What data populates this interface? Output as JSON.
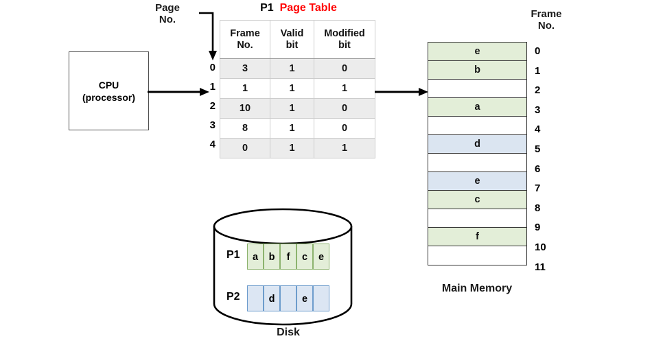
{
  "cpu": {
    "line1": "CPU",
    "line2": "(processor)"
  },
  "labels": {
    "page_no": "Page\nNo.",
    "frame_no": "Frame\nNo.",
    "main_memory": "Main Memory",
    "disk": "Disk"
  },
  "page_table": {
    "title_process": "P1",
    "title_text": "Page Table",
    "title_color": "#ff0000",
    "columns": [
      "Frame\nNo.",
      "Valid\nbit",
      "Modified\nbit"
    ],
    "page_numbers": [
      "0",
      "1",
      "2",
      "3",
      "4"
    ],
    "rows": [
      {
        "page": "0",
        "frame_no": "3",
        "valid_bit": "1",
        "modified_bit": "0",
        "shaded": true
      },
      {
        "page": "1",
        "frame_no": "1",
        "valid_bit": "1",
        "modified_bit": "1",
        "shaded": false
      },
      {
        "page": "2",
        "frame_no": "10",
        "valid_bit": "1",
        "modified_bit": "0",
        "shaded": true
      },
      {
        "page": "3",
        "frame_no": "8",
        "valid_bit": "1",
        "modified_bit": "0",
        "shaded": false
      },
      {
        "page": "4",
        "frame_no": "0",
        "valid_bit": "1",
        "modified_bit": "1",
        "shaded": true
      }
    ]
  },
  "memory": {
    "caption": "Main Memory",
    "frame_numbers": [
      "0",
      "1",
      "2",
      "3",
      "4",
      "5",
      "6",
      "7",
      "8",
      "9",
      "10",
      "11"
    ],
    "frames": [
      {
        "no": "0",
        "value": "e",
        "fill": "green"
      },
      {
        "no": "1",
        "value": "b",
        "fill": "green"
      },
      {
        "no": "2",
        "value": "",
        "fill": "empty"
      },
      {
        "no": "3",
        "value": "a",
        "fill": "green"
      },
      {
        "no": "4",
        "value": "",
        "fill": "empty"
      },
      {
        "no": "5",
        "value": "d",
        "fill": "blue"
      },
      {
        "no": "6",
        "value": "",
        "fill": "empty"
      },
      {
        "no": "7",
        "value": "e",
        "fill": "blue"
      },
      {
        "no": "8",
        "value": "c",
        "fill": "green"
      },
      {
        "no": "9",
        "value": "",
        "fill": "empty"
      },
      {
        "no": "10",
        "value": "f",
        "fill": "green"
      },
      {
        "no": "11",
        "value": "",
        "fill": "empty"
      }
    ]
  },
  "disk": {
    "caption": "Disk",
    "processes": [
      {
        "name": "P1",
        "cells": [
          "a",
          "b",
          "f",
          "c",
          "e"
        ],
        "fill": "green"
      },
      {
        "name": "P2",
        "cells": [
          "",
          "d",
          "",
          "e",
          ""
        ],
        "fill": "blue"
      }
    ]
  },
  "colors": {
    "green_fill": "#e3eed8",
    "blue_fill": "#dbe5f1",
    "table_shade": "#ececec",
    "accent_red": "#ff0000",
    "stroke": "#333333"
  }
}
